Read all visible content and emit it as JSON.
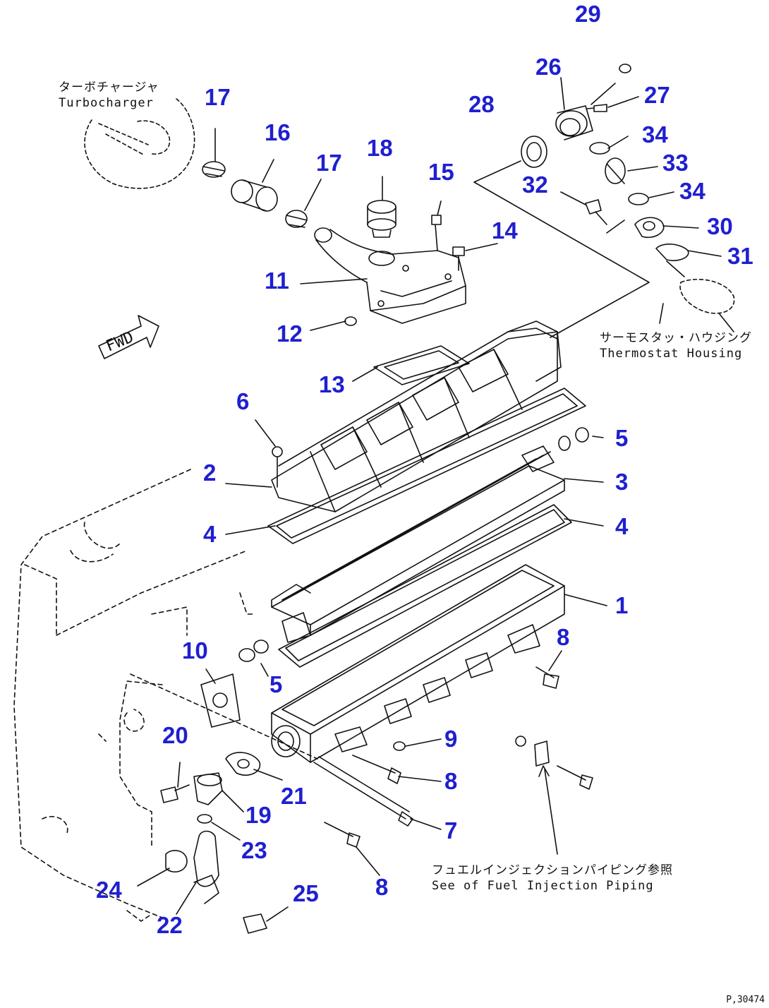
{
  "part_numbers": {
    "p1": "1",
    "p2": "2",
    "p3": "3",
    "p4a": "4",
    "p4b": "4",
    "p5a": "5",
    "p5b": "5",
    "p6": "6",
    "p7": "7",
    "p8a": "8",
    "p8b": "8",
    "p8c": "8",
    "p9": "9",
    "p10": "10",
    "p11": "11",
    "p12": "12",
    "p13": "13",
    "p14": "14",
    "p15": "15",
    "p16": "16",
    "p17a": "17",
    "p17b": "17",
    "p18": "18",
    "p19": "19",
    "p20": "20",
    "p21": "21",
    "p22": "22",
    "p23": "23",
    "p24": "24",
    "p25": "25",
    "p26": "26",
    "p27": "27",
    "p28": "28",
    "p29": "29",
    "p30": "30",
    "p31": "31",
    "p32": "32",
    "p33": "33",
    "p34a": "34",
    "p34b": "34"
  },
  "notes": {
    "turbo_jp": "ターボチャージャ",
    "turbo_en": "Turbocharger",
    "thermo_jp": "サーモスタッ・ハウジング",
    "thermo_en": "Thermostat Housing",
    "fuel_jp": "フュエルインジェクションパイピング参照",
    "fuel_en": "See of Fuel Injection Piping",
    "fwd": "FWD"
  },
  "figure_id": "P,30474",
  "colors": {
    "callout": "#1f1fd0",
    "linework": "#111111",
    "background": "#ffffff"
  }
}
